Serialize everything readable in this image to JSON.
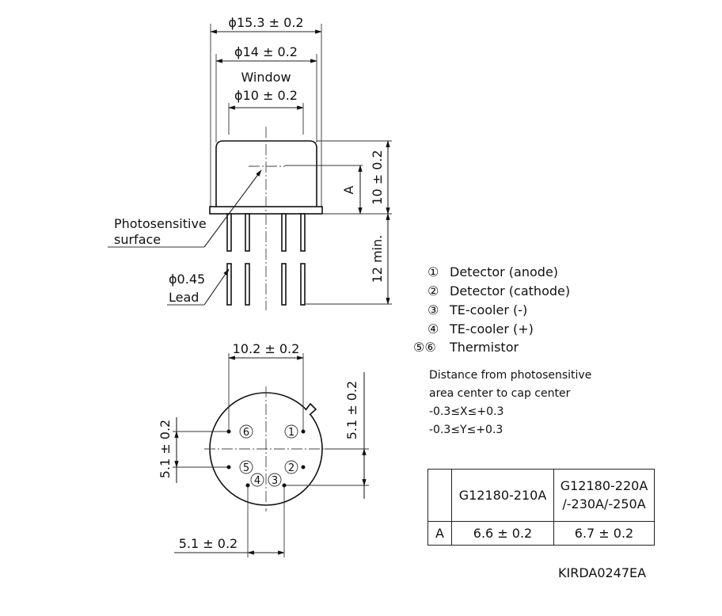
{
  "side_view": {
    "dim_outer": "ϕ15.3 ± 0.2",
    "dim_cap": "ϕ14 ± 0.2",
    "window_label": "Window",
    "dim_window": "ϕ10 ± 0.2",
    "dim_height": "10 ± 0.2",
    "dim_a": "A",
    "dim_lead_length": "12 min.",
    "photosensitive_label_1": "Photosensitive",
    "photosensitive_label_2": "surface",
    "lead_dim": "ϕ0.45",
    "lead_label": "Lead"
  },
  "bottom_view": {
    "dim_pitch_x": "10.2 ± 0.2",
    "dim_right_v": "5.1 ± 0.2",
    "dim_left_v": "5.1 ± 0.2",
    "dim_bottom_x": "5.1 ± 0.2",
    "pins": [
      "6",
      "1",
      "5",
      "2",
      "4",
      "3"
    ]
  },
  "pin_legend": [
    {
      "marker": "①",
      "label": "Detector (anode)"
    },
    {
      "marker": "②",
      "label": "Detector (cathode)"
    },
    {
      "marker": "③",
      "label": "TE-cooler (-)"
    },
    {
      "marker": "④",
      "label": "TE-cooler (+)"
    },
    {
      "marker": "⑤⑥",
      "label": "Thermistor"
    }
  ],
  "note": {
    "line1": "Distance from photosensitive",
    "line2": "area center to cap center",
    "line3": "-0.3≤X≤+0.3",
    "line4": "-0.3≤Y≤+0.3"
  },
  "table": {
    "col1": "G12180-210A",
    "col2_line1": "G12180-220A",
    "col2_line2": "/-230A/-250A",
    "row_label": "A",
    "val1": "6.6 ± 0.2",
    "val2": "6.7 ± 0.2"
  },
  "drawing_code": "KIRDA0247EA"
}
